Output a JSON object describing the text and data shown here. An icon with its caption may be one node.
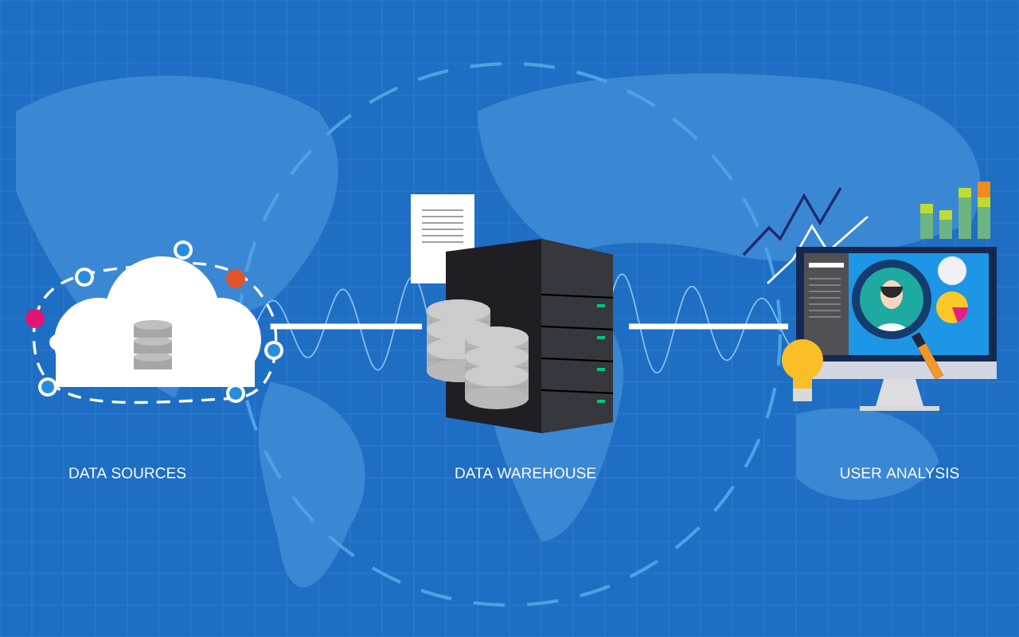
{
  "diagram": {
    "nodes": [
      {
        "text": [],
        "shape": "cloud"
      },
      {
        "text": [],
        "shape": "picture"
      },
      {
        "text": [],
        "shape": "picture"
      }
    ],
    "labels": [
      "DATA SOURCES",
      "DATA WAREHOUSE",
      "USER ANALYSIS"
    ],
    "edges": [
      {
        "from": 0,
        "to": 1,
        "arrow": "none"
      },
      {
        "from": 1,
        "to": 2,
        "arrow": "none"
      }
    ]
  }
}
